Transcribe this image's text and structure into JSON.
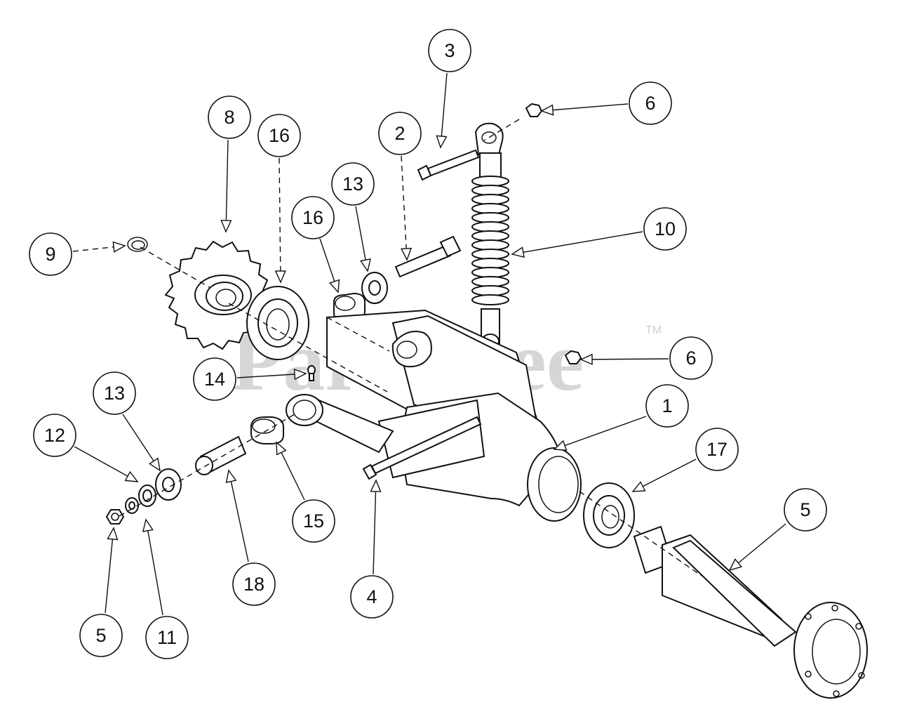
{
  "watermark": {
    "text": "PartsTree",
    "trademark": "TM"
  },
  "callouts": [
    {
      "id": "c1",
      "label": "1"
    },
    {
      "id": "c2",
      "label": "2"
    },
    {
      "id": "c3",
      "label": "3"
    },
    {
      "id": "c4",
      "label": "4"
    },
    {
      "id": "c5a",
      "label": "5"
    },
    {
      "id": "c5b",
      "label": "5"
    },
    {
      "id": "c6a",
      "label": "6"
    },
    {
      "id": "c6b",
      "label": "6"
    },
    {
      "id": "c8",
      "label": "8"
    },
    {
      "id": "c9",
      "label": "9"
    },
    {
      "id": "c10",
      "label": "10"
    },
    {
      "id": "c11",
      "label": "11"
    },
    {
      "id": "c12",
      "label": "12"
    },
    {
      "id": "c13a",
      "label": "13"
    },
    {
      "id": "c13b",
      "label": "13"
    },
    {
      "id": "c14",
      "label": "14"
    },
    {
      "id": "c15",
      "label": "15"
    },
    {
      "id": "c16a",
      "label": "16"
    },
    {
      "id": "c16b",
      "label": "16"
    },
    {
      "id": "c17",
      "label": "17"
    },
    {
      "id": "c18",
      "label": "18"
    }
  ],
  "colors": {
    "line": "#111111",
    "watermark": "#cfcfcf",
    "background": "#ffffff"
  }
}
